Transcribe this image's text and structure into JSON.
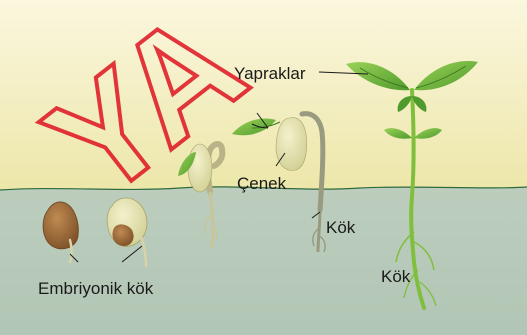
{
  "labels": {
    "leaves": "Yapraklar",
    "cotyledon": "Çenek",
    "root_middle": "Kök",
    "root_right": "Kök",
    "embryonic_root": "Embriyonik kök"
  },
  "watermark": "YA",
  "colors": {
    "sky_top": "#fbf5d6",
    "sky_bottom": "#ece6a6",
    "soil": "#b9cbbb",
    "soil_line": "#2f6b3f",
    "seed_brown": "#9a6a3c",
    "seed_pale": "#e3e0b2",
    "leaf_green": "#6fba3c",
    "stem_gray": "#9a9a80",
    "watermark": "#e0202a"
  }
}
